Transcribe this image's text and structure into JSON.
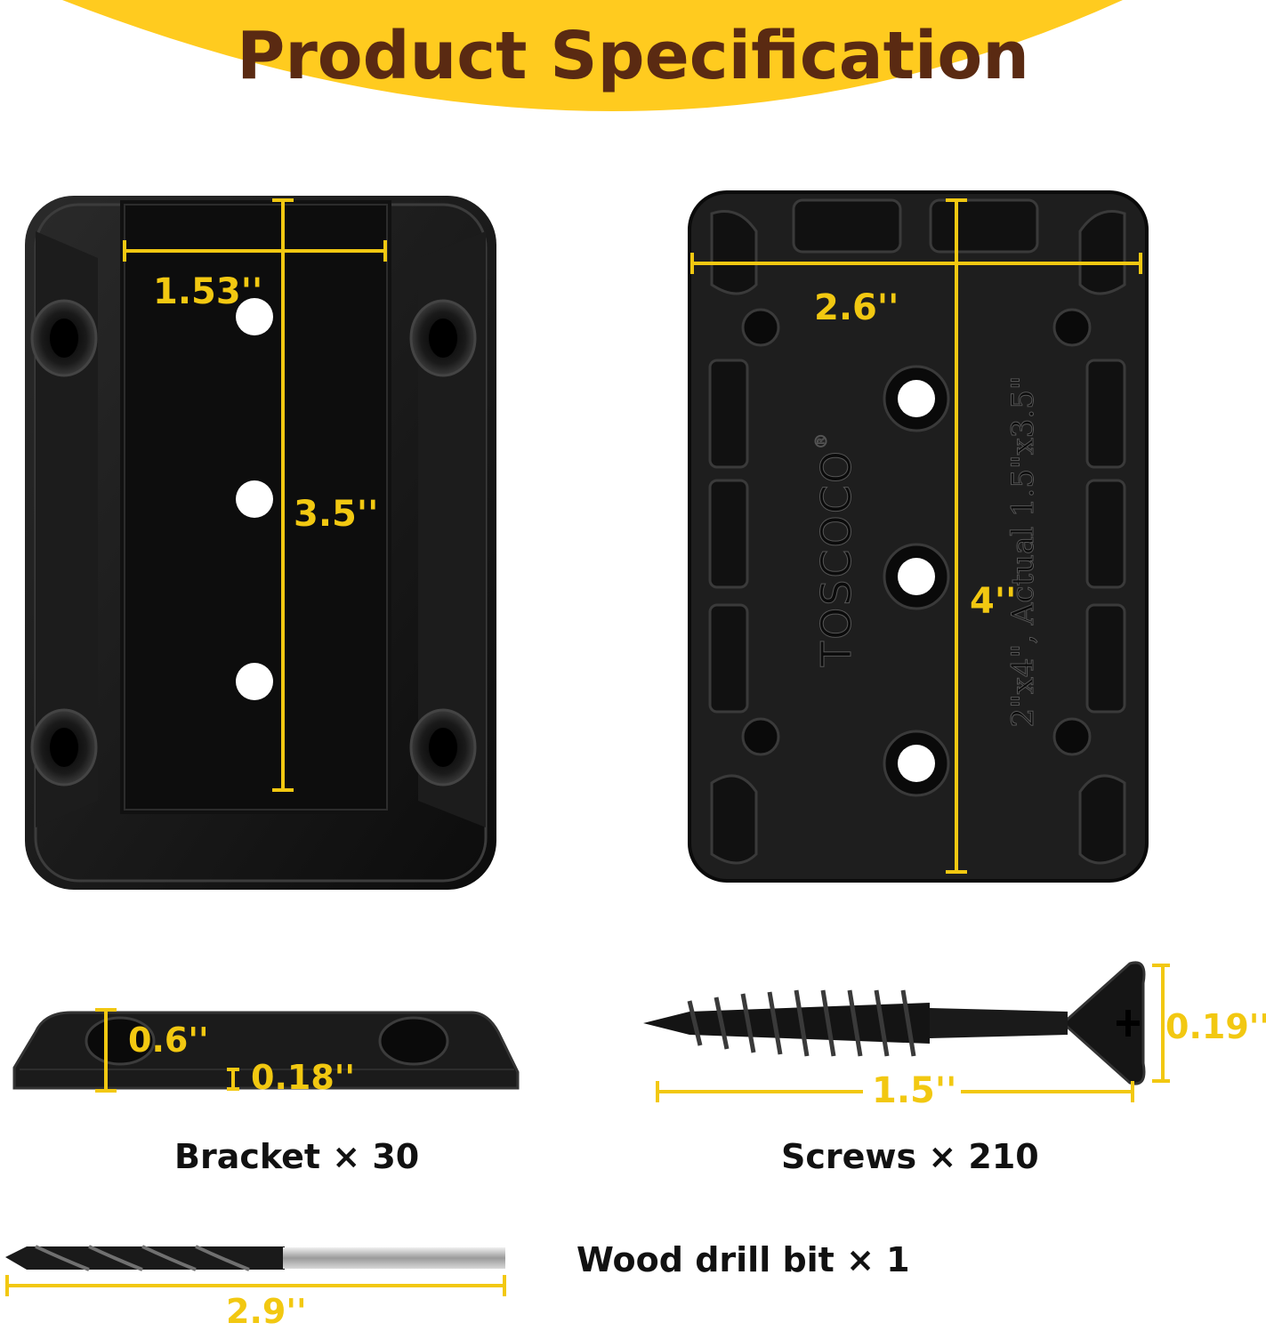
{
  "header": {
    "title": "Product Specification",
    "banner_color": "#ffcb1f",
    "title_color": "#5a2a12"
  },
  "accent_color": "#f2c811",
  "bracket_front": {
    "width_label": "1.53''",
    "height_label": "3.5''"
  },
  "bracket_back": {
    "width_label": "2.6''",
    "height_label": "4''",
    "brand": "TOSCOCO",
    "registered_mark": "®",
    "size_text": "2\"x4\", Actual 1.5\"x3.5\""
  },
  "bracket_side": {
    "thickness_label": "0.6''",
    "plate_label": "0.18''"
  },
  "screw": {
    "length_label": "1.5''",
    "head_label": "0.19''"
  },
  "drill_bit": {
    "length_label": "2.9''"
  },
  "captions": {
    "bracket": "Bracket × 30",
    "screws": "Screws × 210",
    "drill_bit": "Wood drill bit × 1"
  }
}
